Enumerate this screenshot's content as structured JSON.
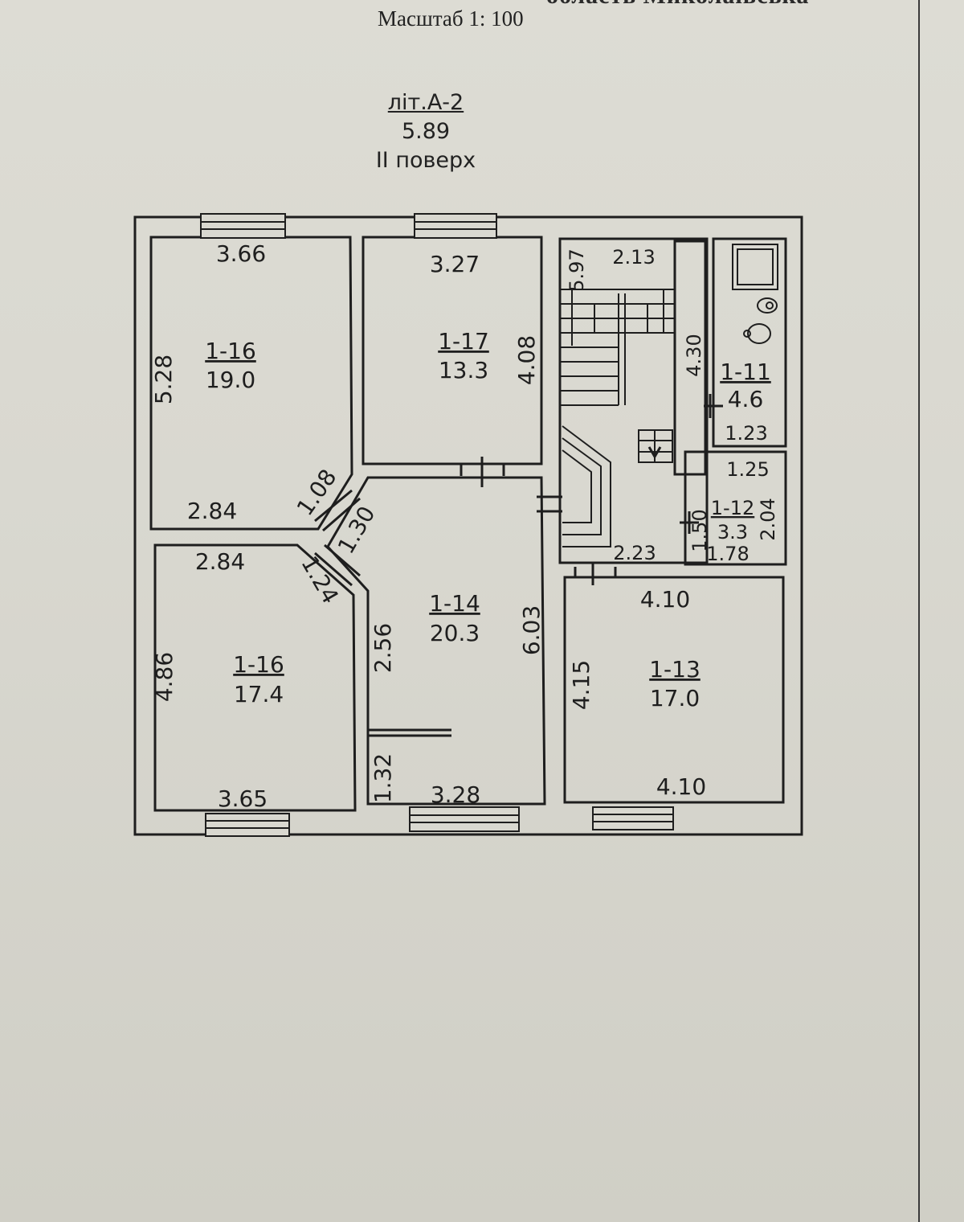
{
  "header": {
    "region_cut": "область Миколаївська",
    "scale": "Масштаб 1: 100"
  },
  "title": {
    "lit": "літ.А-2",
    "height": "5.89",
    "floor": "ІІ поверх"
  },
  "rooms": [
    {
      "number": "1-16",
      "area": "19.0"
    },
    {
      "number": "1-17",
      "area": "13.3"
    },
    {
      "number": "1-11",
      "area": "4.6"
    },
    {
      "number": "1-12",
      "area": "3.3"
    },
    {
      "number": "1-14",
      "area": "20.3"
    },
    {
      "number": "1-16",
      "area": "17.4"
    },
    {
      "number": "1-13",
      "area": "17.0"
    }
  ],
  "dimensions": {
    "r16a_top": "3.66",
    "r16a_side": "5.28",
    "r16a_bottom": "2.84",
    "diag_108": "1.08",
    "diag_130": "1.30",
    "diag_124": "1.24",
    "r17_top": "3.27",
    "r17_side": "4.08",
    "stair_597": "5.97",
    "stair_213": "2.13",
    "stair_430": "4.30",
    "r11_width": "1.23",
    "r12_top": "1.25",
    "r12_left": "1.50",
    "r12_right": "2.04",
    "r12_bottom": "1.78",
    "hall_223": "2.23",
    "r16b_top": "2.84",
    "r16b_side": "4.86",
    "r16b_bottom": "3.65",
    "r14_left": "2.56",
    "r14_right": "6.03",
    "r14_niche": "1.32",
    "r14_bottom": "3.28",
    "r13_top": "4.10",
    "r13_side": "4.15",
    "r13_bottom": "4.10"
  }
}
